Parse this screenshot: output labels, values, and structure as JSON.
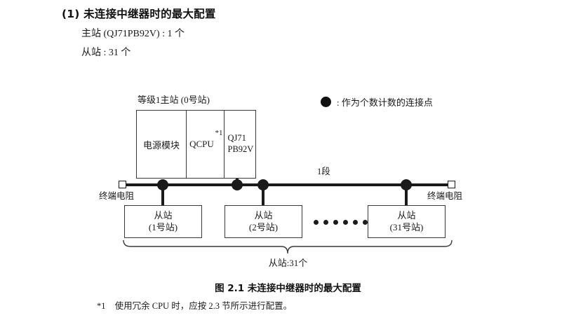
{
  "heading": {
    "number": "(1)",
    "title": "未连接中继器时的最大配置",
    "lines": [
      "主站 (QJ71PB92V) : 1 个",
      "从站 : 31 个"
    ]
  },
  "legend": {
    "symbol": "filled-circle",
    "text": ": 作为个数计数的连接点"
  },
  "diagram": {
    "master": {
      "label": "等级1主站 (0号站)",
      "cells": [
        {
          "name": "power-supply",
          "text": "电源模块"
        },
        {
          "name": "cpu",
          "text": "QCPU",
          "footnote_mark": "*1"
        },
        {
          "name": "master-module",
          "line1": "QJ71",
          "line2": "PB92V"
        }
      ]
    },
    "bus": {
      "segment_label": "1段",
      "terminator_left_label": "终端电阻",
      "terminator_right_label": "终端电阻"
    },
    "slaves": [
      {
        "name": "slave-1",
        "line1": "从站",
        "line2": "(1号站)"
      },
      {
        "name": "slave-2",
        "line1": "从站",
        "line2": "(2号站)"
      },
      {
        "name": "slave-31",
        "line1": "从站",
        "line2": "(31号站)"
      }
    ],
    "ellipsis_count": 6,
    "brace_caption": "从站:31个"
  },
  "figure": {
    "caption": "图 2.1  未连接中继器时的最大配置",
    "footnote_mark": "*1",
    "footnote_text": "使用冗余 CPU 时，应按 2.3 节所示进行配置。"
  },
  "colors": {
    "ink": "#1a1a1a",
    "line": "#3a3a3a",
    "background": "#ffffff"
  }
}
